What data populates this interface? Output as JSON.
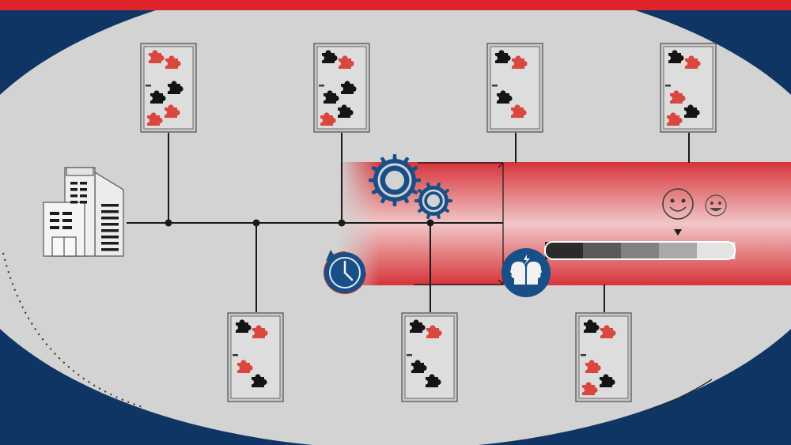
{
  "colors": {
    "navy": "#0f3564",
    "brand_red": "#e0242b",
    "puzzle_red": "#d9473f",
    "puzzle_black": "#141414",
    "ellipse_gray": "#d3d3d3",
    "accent_blue": "#174f86",
    "line": "#1a1a1a"
  },
  "diagram": {
    "hub": {
      "icon": "office-building-icon"
    },
    "doors": [
      {
        "name": "door-top-1",
        "pieces": [
          "red",
          "red",
          "black",
          "red",
          "red",
          "black"
        ]
      },
      {
        "name": "door-top-2",
        "pieces": [
          "black",
          "red",
          "black",
          "black",
          "red",
          "black"
        ]
      },
      {
        "name": "door-top-3",
        "pieces": [
          "black",
          "red",
          "black",
          "red"
        ]
      },
      {
        "name": "door-top-4",
        "pieces": [
          "black",
          "red",
          "red",
          "black",
          "red"
        ]
      },
      {
        "name": "door-bottom-1",
        "pieces": [
          "black",
          "red",
          "red",
          "black"
        ]
      },
      {
        "name": "door-bottom-2",
        "pieces": [
          "black",
          "red",
          "black",
          "black"
        ]
      },
      {
        "name": "door-bottom-3",
        "pieces": [
          "black",
          "red",
          "red",
          "black",
          "red"
        ]
      }
    ],
    "icons": [
      "gear-icon",
      "clock-icon",
      "speaking-heads-icon",
      "smiley-face-icon"
    ],
    "satisfaction_scale": {
      "levels": [
        "#2b2b2b",
        "#5a5a5a",
        "#828282",
        "#a9a9a9",
        "#e3e3e3"
      ],
      "marker_icon": "triangle-pointer-icon"
    }
  }
}
